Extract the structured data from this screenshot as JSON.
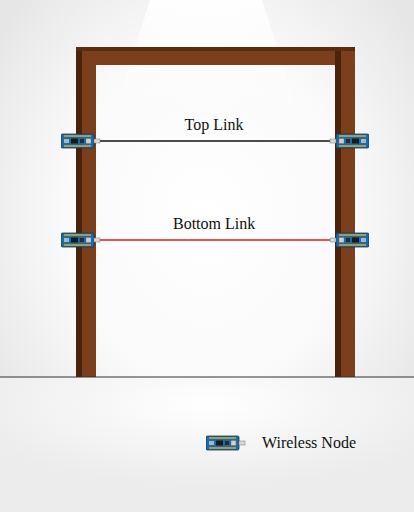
{
  "diagram": {
    "labels": [
      "Top Link",
      "Bottom Link"
    ],
    "legend": [
      {
        "text": "Wireless Node"
      }
    ]
  }
}
